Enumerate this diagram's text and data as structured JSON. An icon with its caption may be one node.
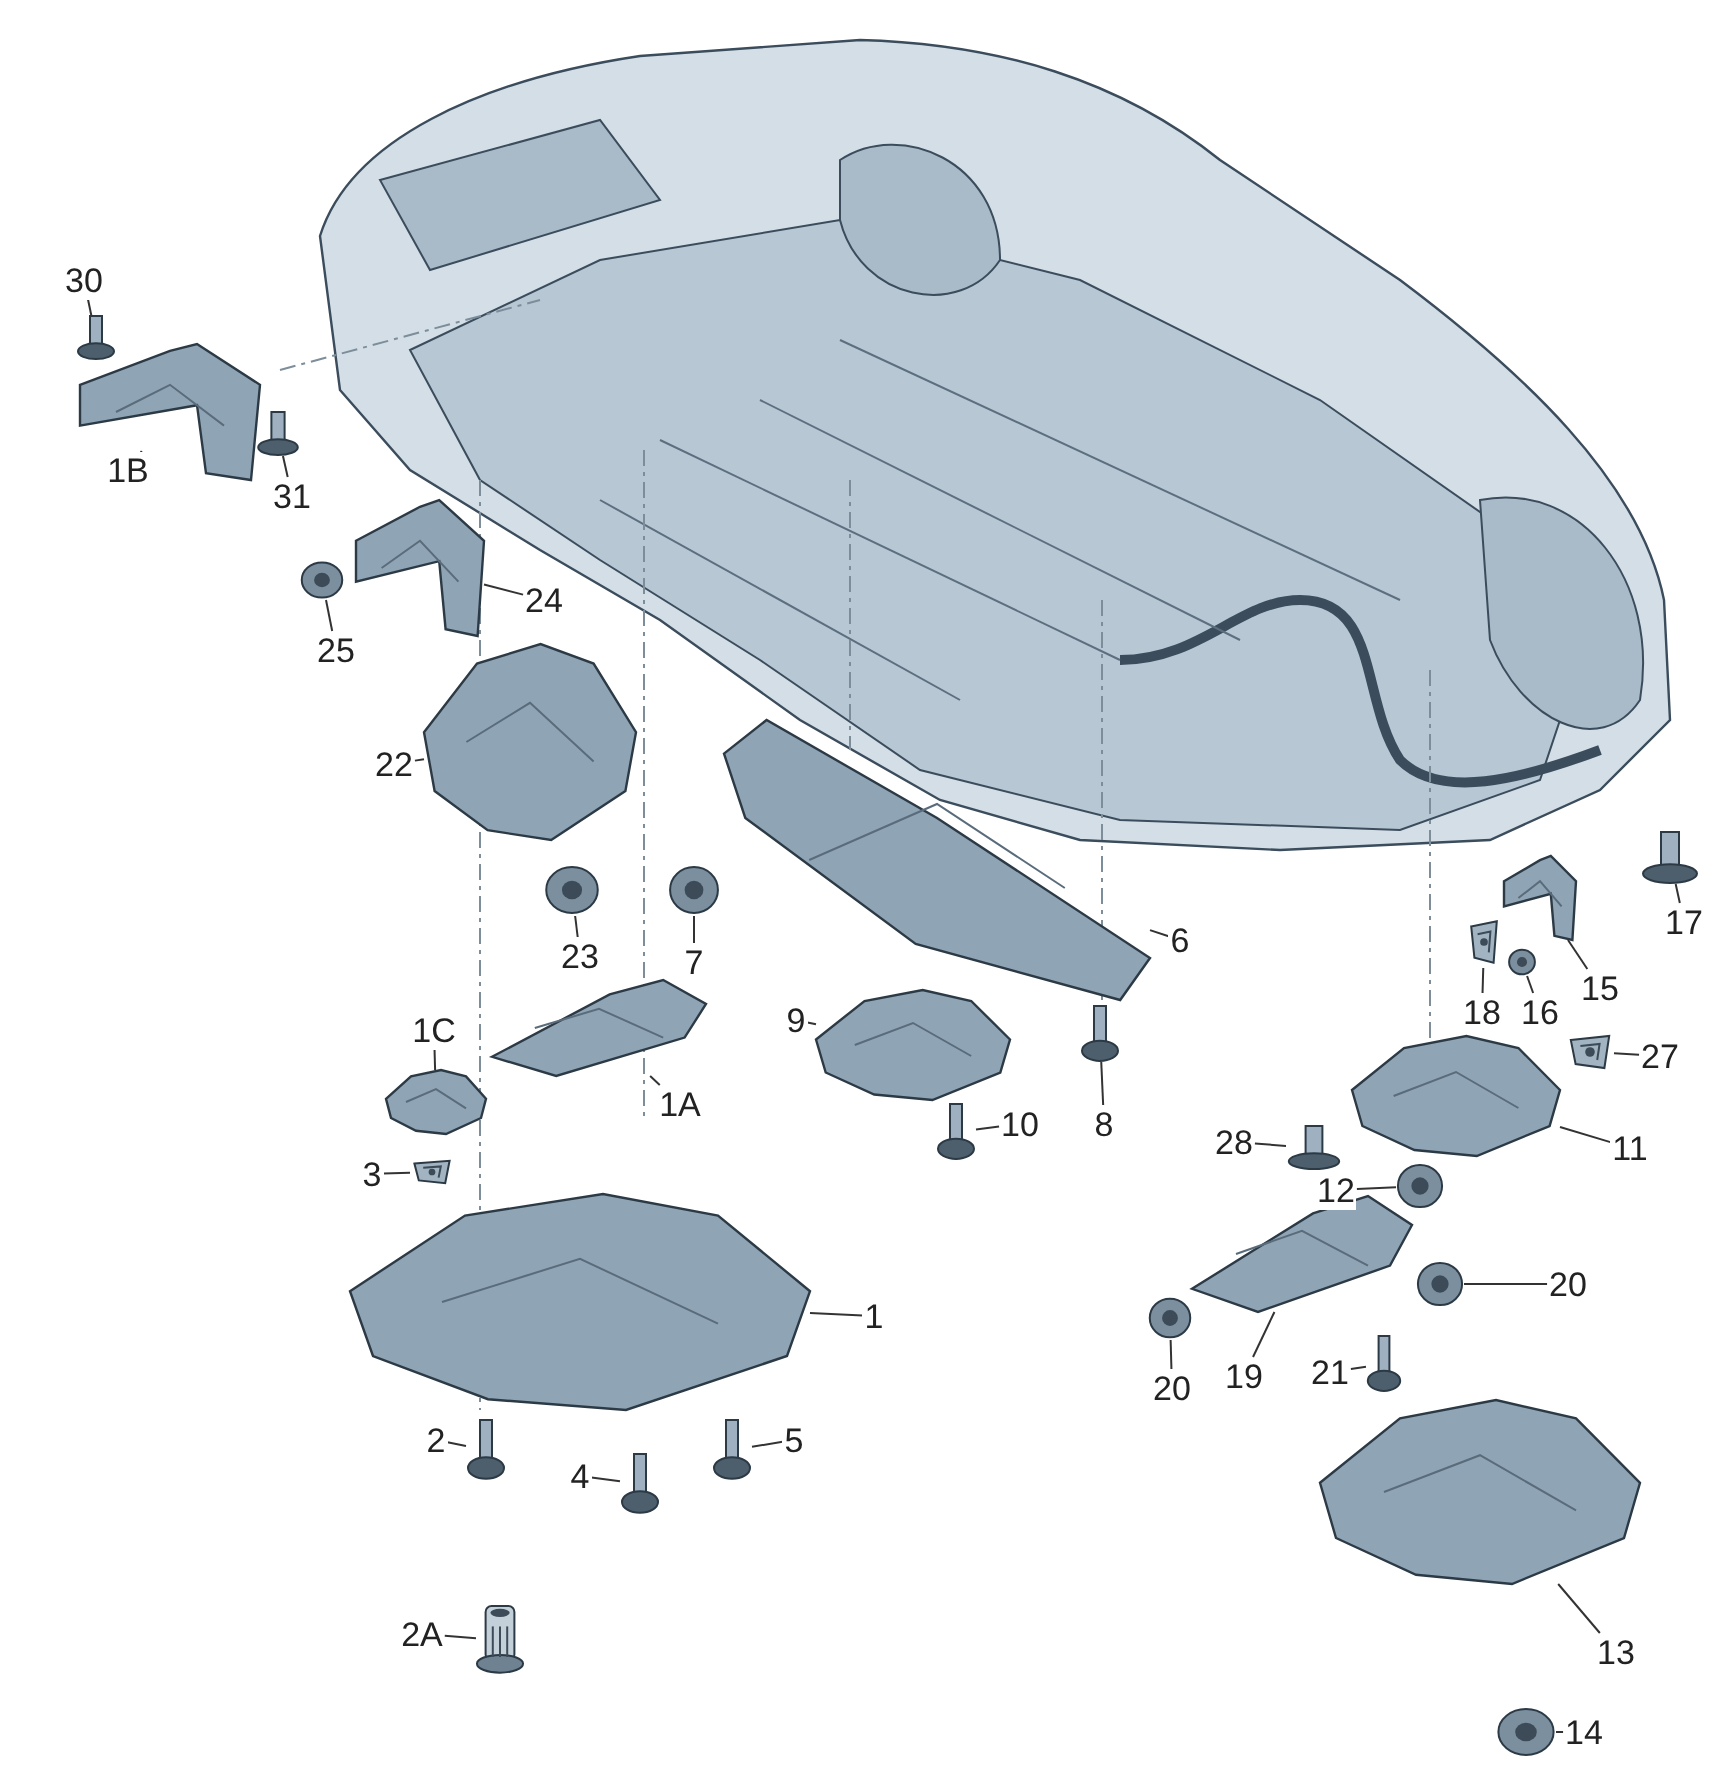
{
  "diagram": {
    "nodes": [
      {
        "text": [
          "30"
        ]
      },
      {
        "text": [],
        "shape": "picture"
      },
      {
        "text": [
          "1B"
        ]
      },
      {
        "text": [],
        "shape": "picture"
      },
      {
        "text": [
          "31"
        ]
      },
      {
        "text": [],
        "shape": "picture"
      },
      {
        "text": [
          "25"
        ]
      },
      {
        "text": [],
        "shape": "picture"
      },
      {
        "text": [
          "24"
        ]
      },
      {
        "text": [],
        "shape": "picture"
      },
      {
        "text": [
          "22"
        ]
      },
      {
        "text": [],
        "shape": "picture"
      },
      {
        "text": [
          "23"
        ]
      },
      {
        "text": [],
        "shape": "picture"
      },
      {
        "text": [
          "7"
        ]
      },
      {
        "text": [],
        "shape": "picture"
      },
      {
        "text": [
          "6"
        ]
      },
      {
        "text": [],
        "shape": "picture"
      },
      {
        "text": [
          "9"
        ]
      },
      {
        "text": [],
        "shape": "picture"
      },
      {
        "text": [
          "10"
        ]
      },
      {
        "text": [],
        "shape": "picture"
      },
      {
        "text": [
          "8"
        ]
      },
      {
        "text": [],
        "shape": "picture"
      },
      {
        "text": [
          "1C"
        ]
      },
      {
        "text": [],
        "shape": "picture"
      },
      {
        "text": [
          "1A"
        ]
      },
      {
        "text": [],
        "shape": "picture"
      },
      {
        "text": [
          "3"
        ]
      },
      {
        "text": [],
        "shape": "picture"
      },
      {
        "text": [
          "1"
        ]
      },
      {
        "text": [],
        "shape": "picture"
      },
      {
        "text": [
          "2"
        ]
      },
      {
        "text": [],
        "shape": "picture"
      },
      {
        "text": [
          "4"
        ]
      },
      {
        "text": [],
        "shape": "picture"
      },
      {
        "text": [
          "5"
        ]
      },
      {
        "text": [],
        "shape": "picture"
      },
      {
        "text": [
          "2A"
        ]
      },
      {
        "text": [],
        "shape": "picture"
      },
      {
        "text": [
          "17"
        ]
      },
      {
        "text": [],
        "shape": "picture"
      },
      {
        "text": [
          "15"
        ]
      },
      {
        "text": [],
        "shape": "picture"
      },
      {
        "text": [
          "18"
        ]
      },
      {
        "text": [],
        "shape": "picture"
      },
      {
        "text": [
          "16"
        ]
      },
      {
        "text": [],
        "shape": "picture"
      },
      {
        "text": [
          "27"
        ]
      },
      {
        "text": [],
        "shape": "picture"
      },
      {
        "text": [
          "28"
        ]
      },
      {
        "text": [],
        "shape": "picture"
      },
      {
        "text": [
          "11"
        ]
      },
      {
        "text": [],
        "shape": "picture"
      },
      {
        "text": [
          "12"
        ]
      },
      {
        "text": [],
        "shape": "picture"
      },
      {
        "text": [
          "20"
        ]
      },
      {
        "text": [],
        "shape": "picture"
      },
      {
        "text": [
          "19"
        ]
      },
      {
        "text": [],
        "shape": "picture"
      },
      {
        "text": [
          "20"
        ]
      },
      {
        "text": [],
        "shape": "picture"
      },
      {
        "text": [
          "21"
        ]
      },
      {
        "text": [],
        "shape": "picture"
      },
      {
        "text": [
          "13"
        ]
      },
      {
        "text": [],
        "shape": "picture"
      },
      {
        "text": [
          "14"
        ]
      },
      {
        "text": [],
        "shape": "picture"
      }
    ],
    "edges": [
      {
        "from": 0,
        "to": 1,
        "arrow": "none"
      },
      {
        "from": 2,
        "to": 3,
        "arrow": "none"
      },
      {
        "from": 4,
        "to": 5,
        "arrow": "none"
      },
      {
        "from": 6,
        "to": 7,
        "arrow": "none"
      },
      {
        "from": 8,
        "to": 9,
        "arrow": "none"
      },
      {
        "from": 10,
        "to": 11,
        "arrow": "none"
      },
      {
        "from": 12,
        "to": 13,
        "arrow": "none"
      },
      {
        "from": 14,
        "to": 15,
        "arrow": "none"
      },
      {
        "from": 16,
        "to": 17,
        "arrow": "none"
      },
      {
        "from": 18,
        "to": 19,
        "arrow": "none"
      },
      {
        "from": 20,
        "to": 21,
        "arrow": "none"
      },
      {
        "from": 22,
        "to": 23,
        "arrow": "none"
      },
      {
        "from": 24,
        "to": 25,
        "arrow": "none"
      },
      {
        "from": 26,
        "to": 27,
        "arrow": "none"
      },
      {
        "from": 28,
        "to": 29,
        "arrow": "none"
      },
      {
        "from": 30,
        "to": 31,
        "arrow": "none"
      },
      {
        "from": 32,
        "to": 33,
        "arrow": "none"
      },
      {
        "from": 34,
        "to": 35,
        "arrow": "none"
      },
      {
        "from": 36,
        "to": 37,
        "arrow": "none"
      },
      {
        "from": 38,
        "to": 39,
        "arrow": "none"
      },
      {
        "from": 40,
        "to": 41,
        "arrow": "none"
      },
      {
        "from": 42,
        "to": 43,
        "arrow": "none"
      },
      {
        "from": 44,
        "to": 45,
        "arrow": "none"
      },
      {
        "from": 46,
        "to": 47,
        "arrow": "none"
      },
      {
        "from": 48,
        "to": 49,
        "arrow": "none"
      },
      {
        "from": 50,
        "to": 51,
        "arrow": "none"
      },
      {
        "from": 52,
        "to": 53,
        "arrow": "none"
      },
      {
        "from": 54,
        "to": 55,
        "arrow": "none"
      },
      {
        "from": 56,
        "to": 57,
        "arrow": "none"
      },
      {
        "from": 58,
        "to": 59,
        "arrow": "none"
      },
      {
        "from": 60,
        "to": 61,
        "arrow": "none"
      },
      {
        "from": 62,
        "to": 63,
        "arrow": "none"
      },
      {
        "from": 64,
        "to": 65,
        "arrow": "none"
      },
      {
        "from": 66,
        "to": 67,
        "arrow": "none"
      }
    ]
  }
}
